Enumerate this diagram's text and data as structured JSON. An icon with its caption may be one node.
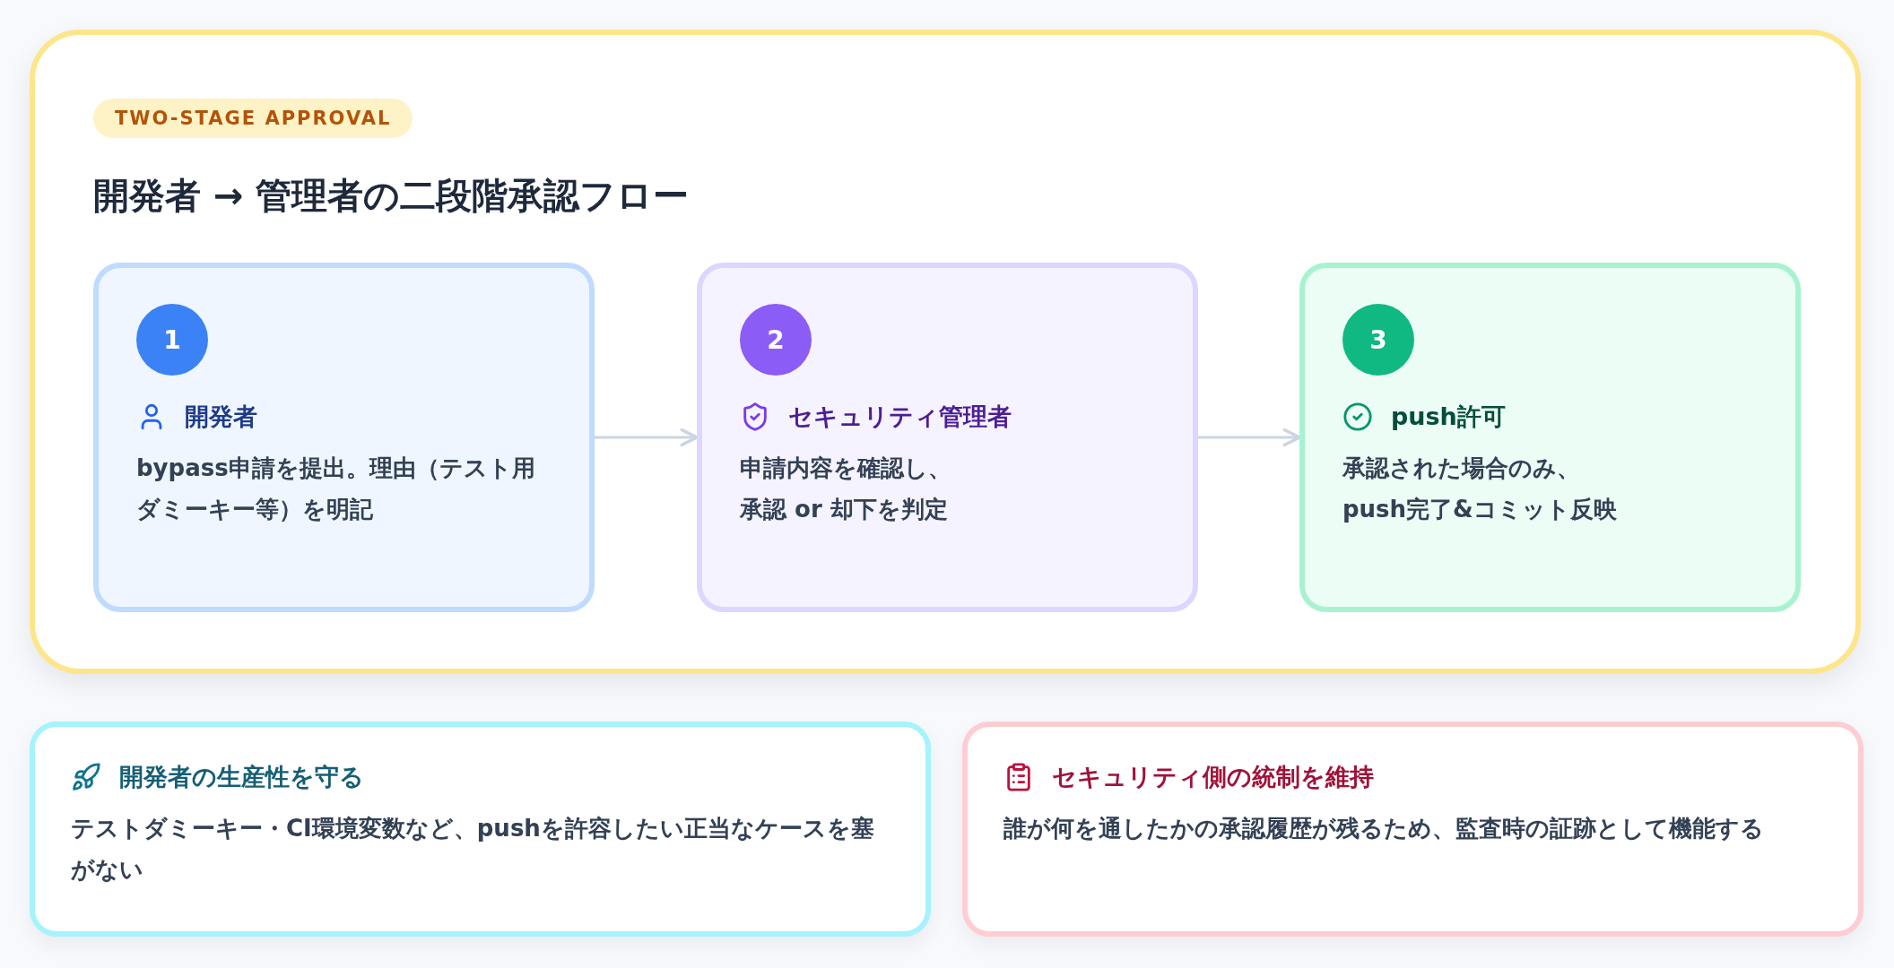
{
  "diagram": {
    "title": "開発者 → 管理者の二段階承認フロー",
    "nodes": [
      {
        "text": [],
        "shape": "box"
      },
      {
        "text": [
          "TWO-STAGE APPROVAL"
        ],
        "in": 0
      },
      {
        "text": [
          "1",
          "開発者",
          "bypass申請を提出。理由（テスト用ダミーキー等）を明記"
        ],
        "in": 0
      },
      {
        "text": [
          "2",
          "セキュリティ管理者",
          "申請内容を確認し、承認 or 却下を判定"
        ],
        "in": 0
      },
      {
        "text": [
          "3",
          "push許可",
          "承認された場合のみ、push完了&コミット反映"
        ],
        "in": 0
      },
      {
        "text": [
          "開発者の生産性を守る",
          "テストダミーキー・CI環境変数など、pushを許容したい正当なケースを塞がない"
        ]
      },
      {
        "text": [
          "セキュリティ側の統制を維持",
          "誰が何を通したかの承認履歴が残るため、監査時の証跡として機能する"
        ]
      }
    ],
    "edges": [
      {
        "from": 2,
        "to": 3,
        "arrow": "to"
      },
      {
        "from": 3,
        "to": 4,
        "arrow": "to"
      }
    ]
  }
}
